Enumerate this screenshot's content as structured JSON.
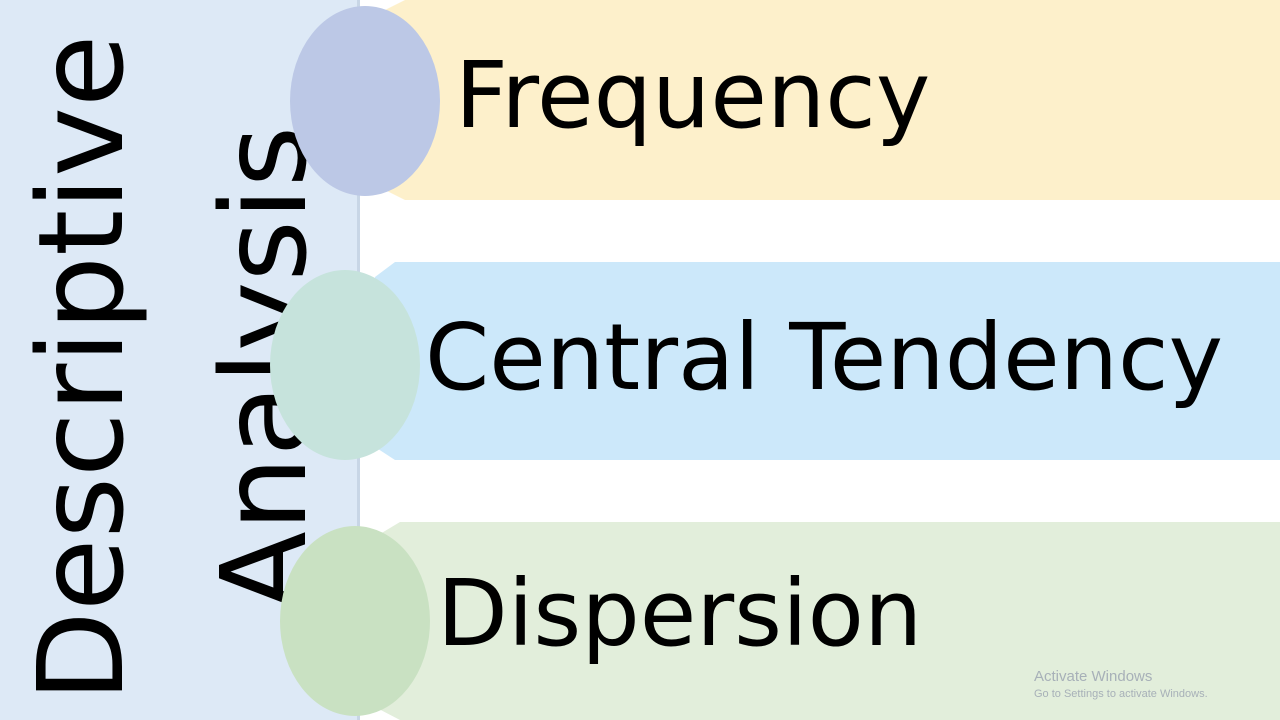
{
  "title": {
    "line1": "Descriptive",
    "line2": "Analysis"
  },
  "items": [
    {
      "label": "Frequency",
      "band_color": "#fdf0cb",
      "circle_color": "#bcc8e6"
    },
    {
      "label": "Central Tendency",
      "band_color": "#cce8fa",
      "circle_color": "#c6e3dc"
    },
    {
      "label": "Dispersion",
      "band_color": "#e2eedb",
      "circle_color": "#c9e1c2"
    }
  ],
  "panel_color": "#dde9f6",
  "watermark": {
    "title": "Activate Windows",
    "subtitle": "Go to Settings to activate Windows."
  }
}
